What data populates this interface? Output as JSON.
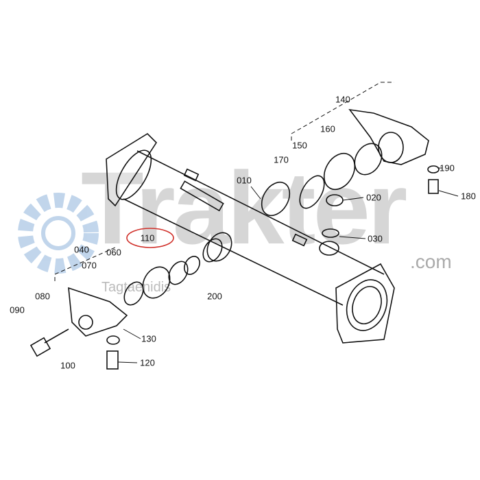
{
  "watermark": {
    "brand": "Trakter",
    "domain": ".com",
    "sub": "Tagtaenidis"
  },
  "highlight_color": "#d0302a",
  "labels": {
    "p010": "010",
    "p020": "020",
    "p030": "030",
    "p040": "040",
    "p060": "060",
    "p070": "070",
    "p080": "080",
    "p090": "090",
    "p100": "100",
    "p110": "110",
    "p120": "120",
    "p130": "130",
    "p140": "140",
    "p150": "150",
    "p160": "160",
    "p170": "170",
    "p180": "180",
    "p190": "190",
    "p200": "200"
  },
  "highlighted_part": "110"
}
